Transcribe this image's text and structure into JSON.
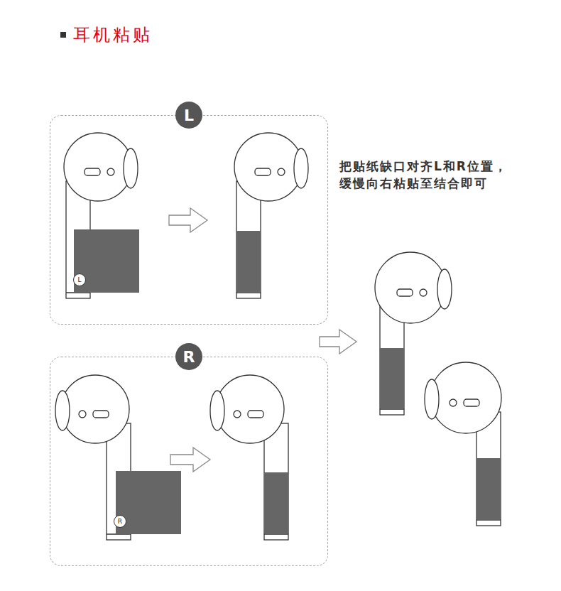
{
  "diagram": {
    "title": "耳机粘贴",
    "nodes": [
      {
        "text": [
          "L"
        ]
      },
      {
        "text": [
          "L"
        ],
        "in": 0
      },
      {
        "text": [
          "R"
        ]
      },
      {
        "text": [
          "R"
        ],
        "in": 2
      }
    ],
    "labels": [
      "把贴纸缺口对齐L和R位置， 缓慢向右粘贴至结合即可"
    ]
  }
}
